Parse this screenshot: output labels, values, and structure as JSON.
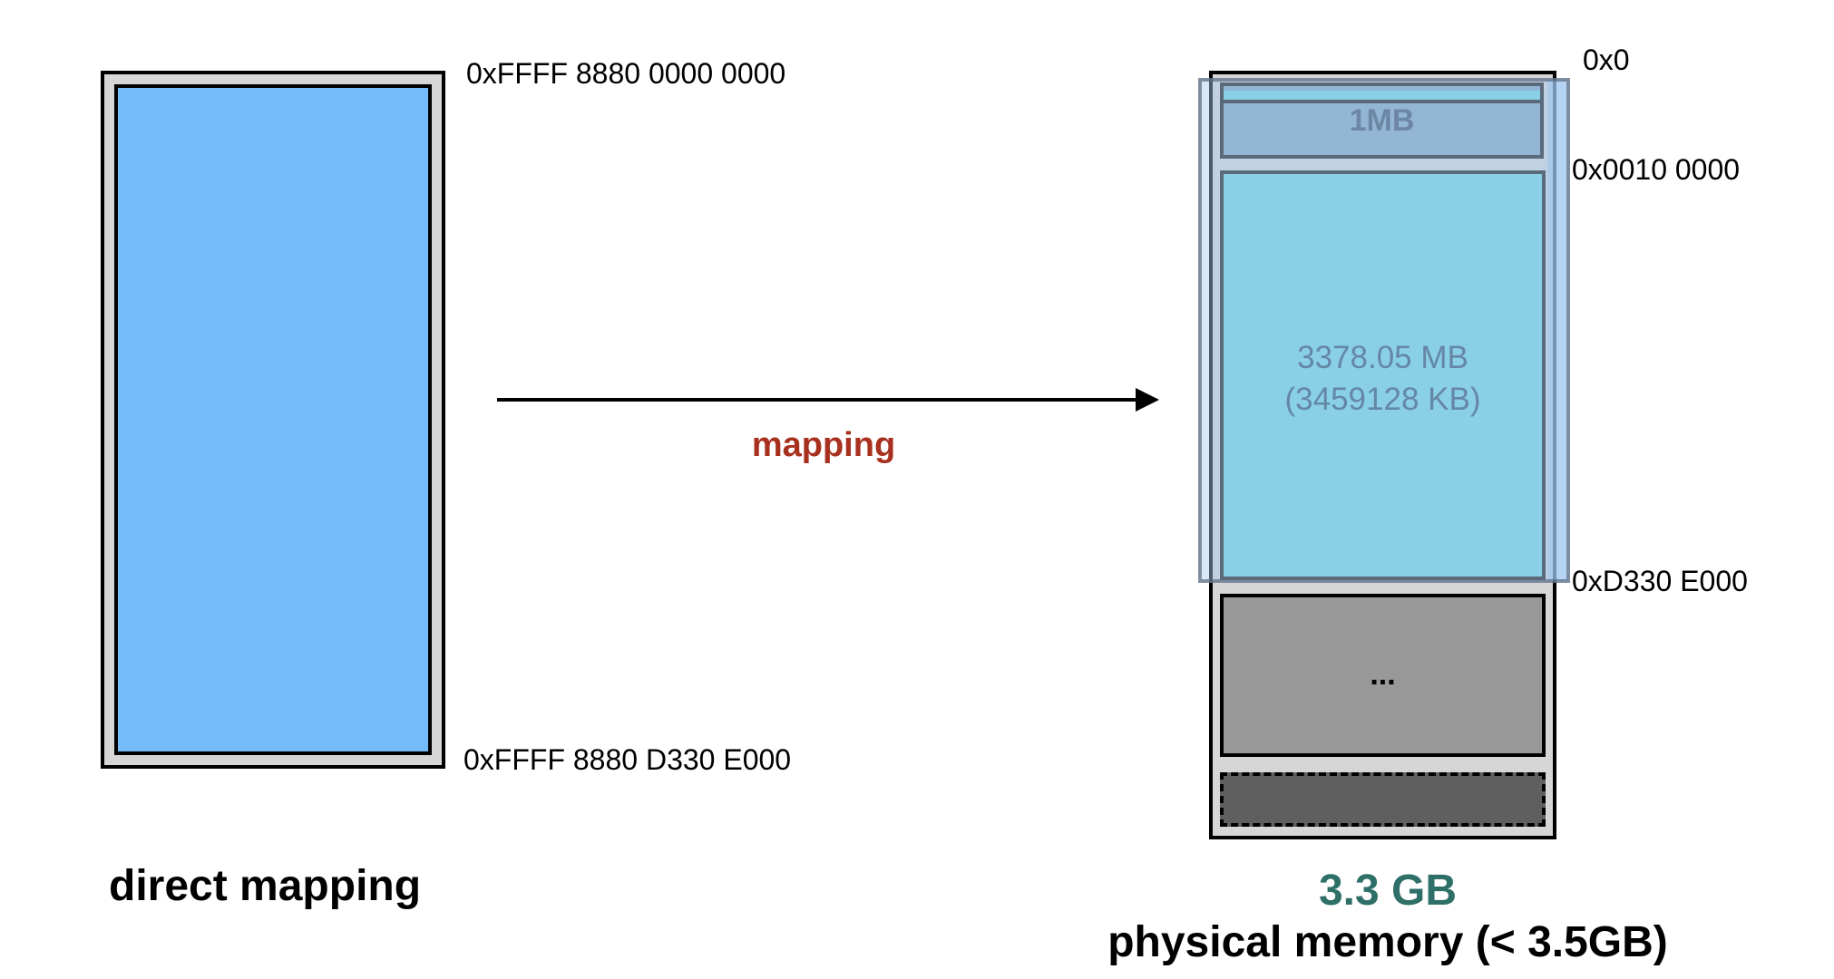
{
  "virtual_space": {
    "start_address": "0xFFFF 8880 0000 0000",
    "end_address": "0xFFFF 8880 D330 E000",
    "caption": "direct mapping"
  },
  "mapping": {
    "label": "mapping"
  },
  "physical_memory": {
    "addr_start": "0x0",
    "addr_1mb": "0x0010 0000",
    "addr_end_mapped": "0xD330 E000",
    "low_region_label": "1MB",
    "main_region_size_mb": "3378.05 MB",
    "main_region_size_kb": "(3459128 KB)",
    "rest_region_label": "...",
    "size_label": "3.3 GB",
    "caption": "physical memory (< 3.5GB)"
  },
  "colors": {
    "virtual_block": "#74bcf9",
    "mapped_region": "#6fd4df",
    "low_region": "#84a4bf",
    "unmapped_region": "#989898",
    "reserved_region": "#5f5f5f",
    "mapping_label": "#a8301f",
    "size_label": "#2e7068"
  }
}
